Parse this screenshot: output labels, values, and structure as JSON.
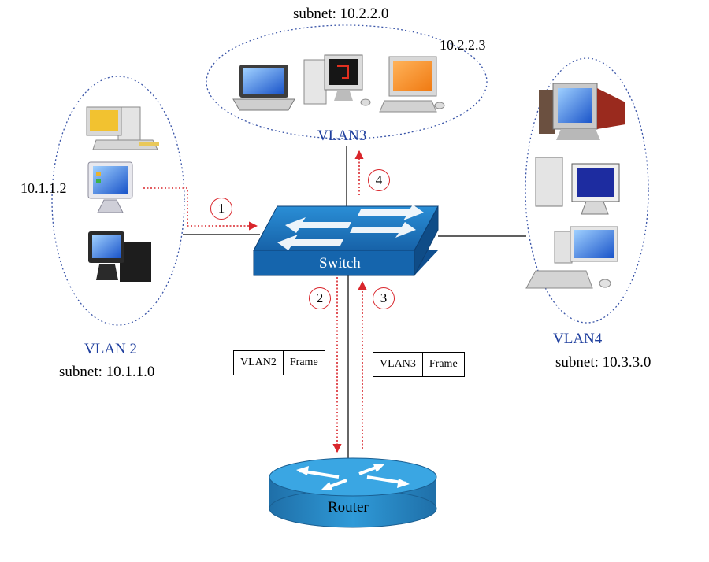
{
  "groups": {
    "vlan2": {
      "name": "VLAN 2",
      "subnet": "subnet: 10.1.1.0",
      "host_ip": "10.1.1.2"
    },
    "vlan3": {
      "name": "VLAN3",
      "subnet": "subnet: 10.2.2.0",
      "host_ip": "10.2.2.3"
    },
    "vlan4": {
      "name": "VLAN4",
      "subnet": "subnet: 10.3.3.0"
    }
  },
  "devices": {
    "switch": "Switch",
    "router": "Router"
  },
  "frames": [
    {
      "vlan": "VLAN2",
      "label": "Frame"
    },
    {
      "vlan": "VLAN3",
      "label": "Frame"
    }
  ],
  "steps": [
    "1",
    "2",
    "3",
    "4"
  ],
  "colors": {
    "vlan_text": "#1f3f9e",
    "arrow": "#d9262c",
    "ellipse": "#3a55a8",
    "switch": "#1b75bb",
    "router": "#2b8fc8"
  }
}
